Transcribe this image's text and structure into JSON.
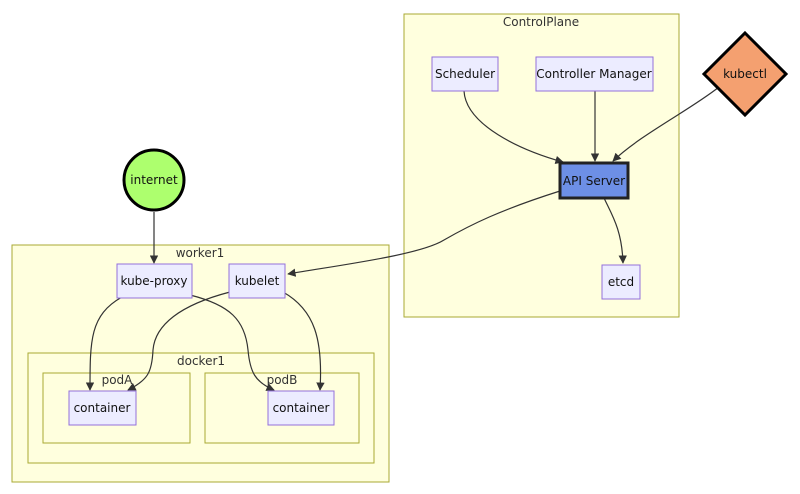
{
  "clusters": {
    "control_plane": "ControlPlane",
    "worker1": "worker1",
    "docker1": "docker1",
    "podA": "podA",
    "podB": "podB"
  },
  "nodes": {
    "scheduler": "Scheduler",
    "controller_manager": "Controller Manager",
    "kubectl": "kubectl",
    "api_server": "API Server",
    "etcd": "etcd",
    "internet": "internet",
    "kube_proxy": "kube-proxy",
    "kubelet": "kubelet",
    "container_a": "container",
    "container_b": "container"
  },
  "colors": {
    "cluster_fill": "#ffffde",
    "cluster_stroke": "#aaaa33",
    "node_fill": "#ececff",
    "node_stroke": "#9370db",
    "api_server_fill": "#6d8fe6",
    "kubectl_fill": "#f4a070",
    "internet_fill": "#adff6e"
  }
}
